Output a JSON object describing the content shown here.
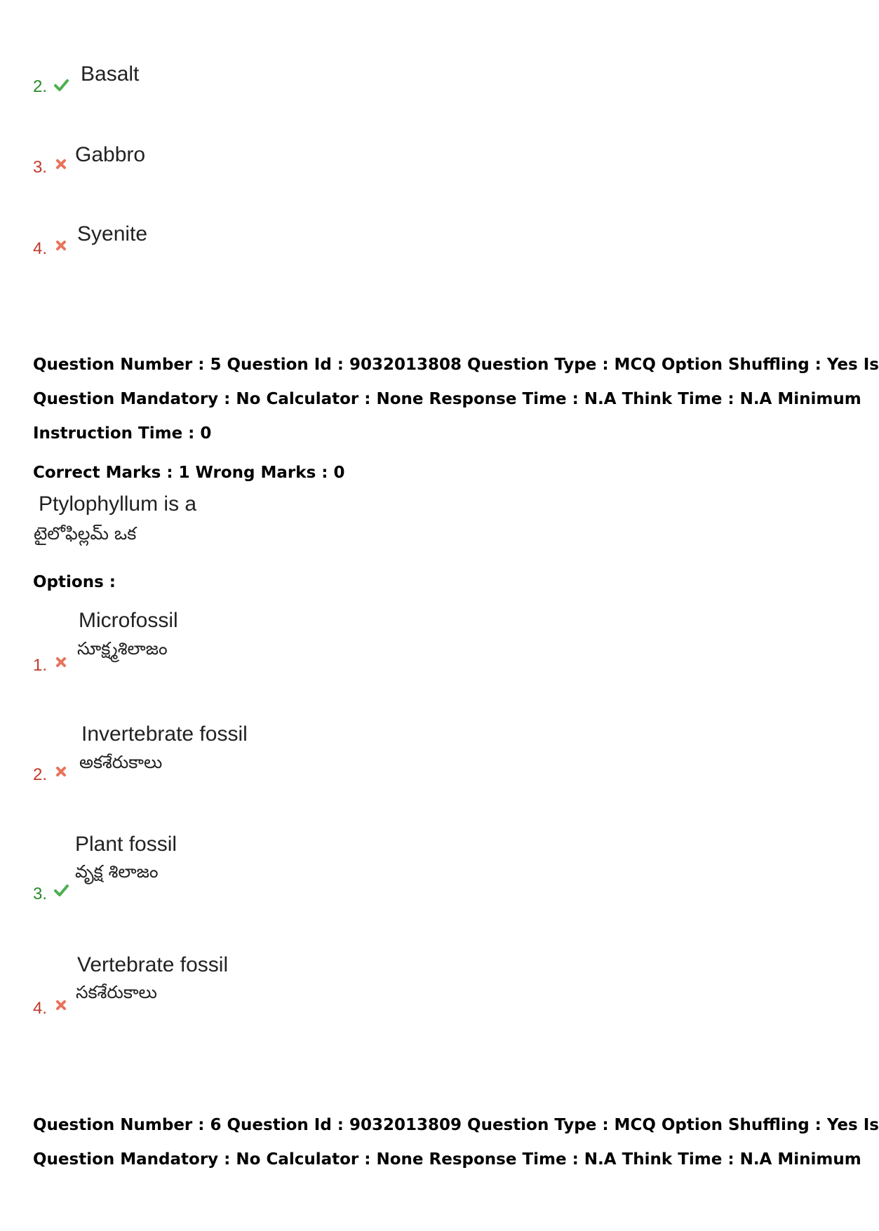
{
  "prev_options": [
    {
      "num": "2.",
      "status": "correct",
      "text": "Basalt"
    },
    {
      "num": "3.",
      "status": "wrong",
      "text": "Gabbro"
    },
    {
      "num": "4.",
      "status": "wrong",
      "text": "Syenite"
    }
  ],
  "q5": {
    "meta_line1": "Question Number : 5 Question Id : 9032013808 Question Type : MCQ Option Shuffling : Yes Is",
    "meta_line2": "Question Mandatory : No Calculator : None Response Time : N.A Think Time : N.A Minimum",
    "meta_line3": "Instruction Time : 0",
    "marks": "Correct Marks : 1 Wrong Marks : 0",
    "question_en": "Ptylophyllum is a",
    "question_te": "టైలోఫిల్లమ్ ఒక",
    "options_label": "Options :",
    "options": [
      {
        "num": "1.",
        "status": "wrong",
        "en": "Microfossil",
        "te": "సూక్ష్మశిలాజం"
      },
      {
        "num": "2.",
        "status": "wrong",
        "en": "Invertebrate fossil",
        "te": "అకశేరుకాలు"
      },
      {
        "num": "3.",
        "status": "correct",
        "en": "Plant fossil",
        "te": "వృక్ష శిలాజం"
      },
      {
        "num": "4.",
        "status": "wrong",
        "en": "Vertebrate fossil",
        "te": "సకశేరుకాలు"
      }
    ]
  },
  "q6": {
    "meta_line1": "Question Number : 6 Question Id : 9032013809 Question Type : MCQ Option Shuffling : Yes Is",
    "meta_line2": "Question Mandatory : No Calculator : None Response Time : N.A Think Time : N.A Minimum"
  },
  "colors": {
    "correct": "#2a8a2a",
    "wrong": "#c0392b",
    "check_icon": "#4caf50",
    "cross_icon": "#e8735a"
  },
  "icons": {
    "correct": "check-icon",
    "wrong": "cross-icon"
  }
}
